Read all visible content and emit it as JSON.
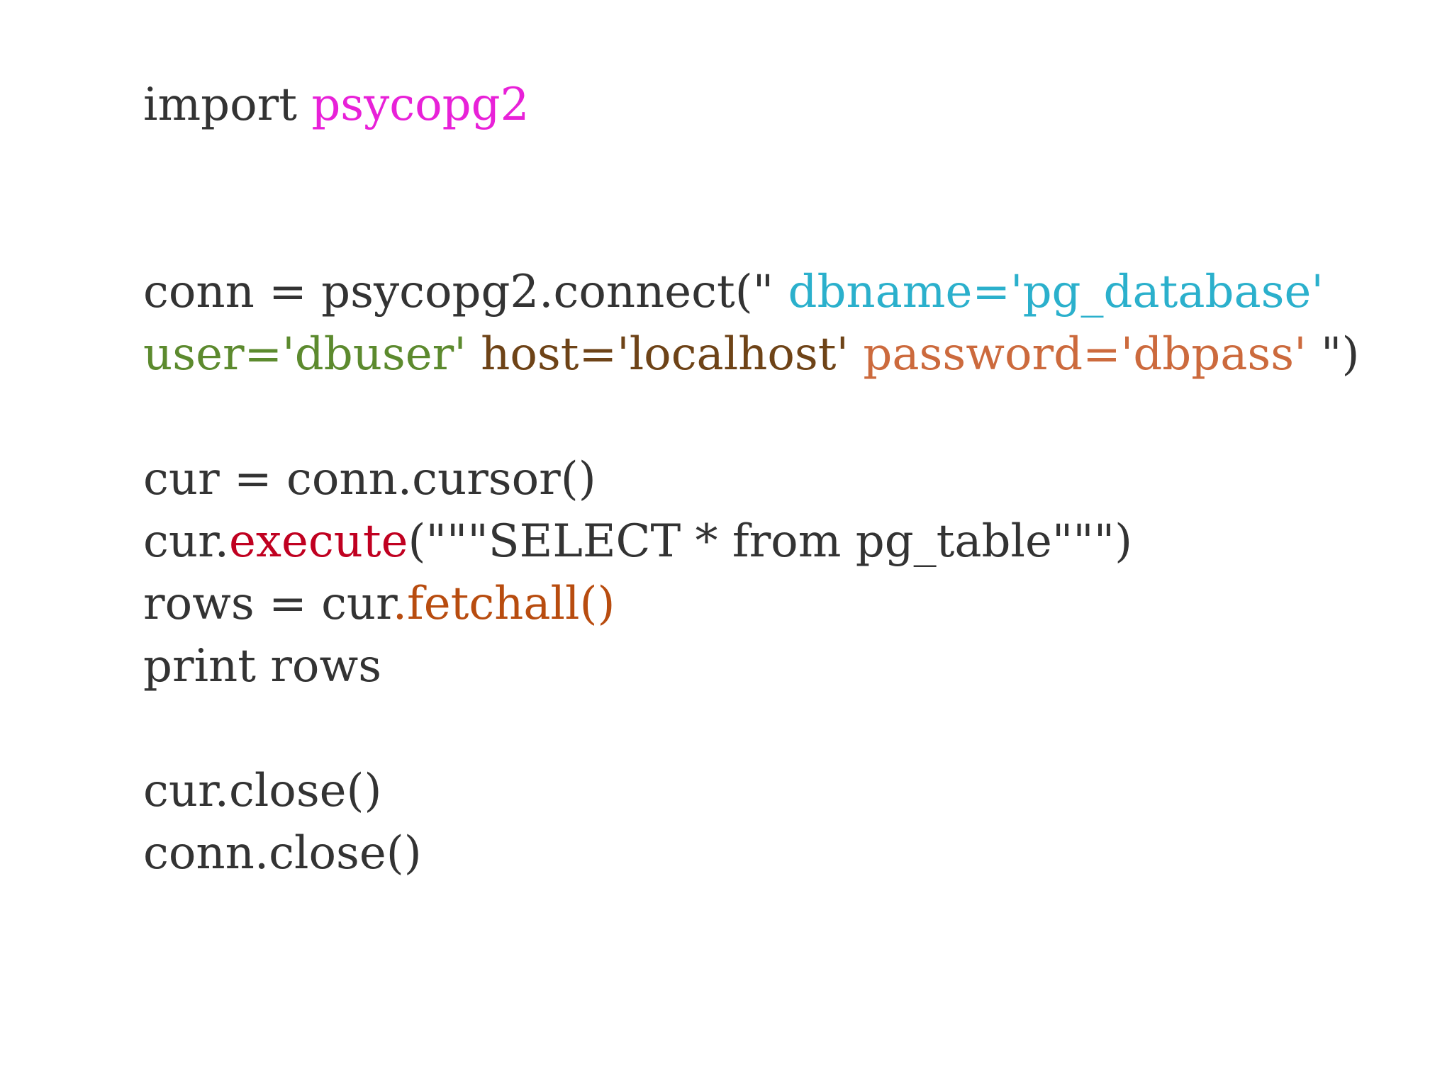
{
  "colors": {
    "default": "#333333",
    "module": "#e821d8",
    "dbname": "#2bb0cc",
    "user": "#5c8a2e",
    "host": "#6e4317",
    "password": "#cc6a3d",
    "execute": "#c00020",
    "fetchall": "#b84c0f"
  },
  "code": {
    "lines": [
      [
        {
          "text": "import ",
          "color": "default"
        },
        {
          "text": "psycopg2",
          "color": "module"
        }
      ],
      [],
      [],
      [
        {
          "text": "conn = psycopg2.connect(\" ",
          "color": "default"
        },
        {
          "text": "dbname='pg_database'",
          "color": "dbname"
        }
      ],
      [
        {
          "text": "user='dbuser'",
          "color": "user"
        },
        {
          "text": " ",
          "color": "default"
        },
        {
          "text": "host='localhost'",
          "color": "host"
        },
        {
          "text": " ",
          "color": "default"
        },
        {
          "text": "password='dbpass'",
          "color": "password"
        },
        {
          "text": " \")",
          "color": "default"
        }
      ],
      [],
      [
        {
          "text": "cur = conn.cursor()",
          "color": "default"
        }
      ],
      [
        {
          "text": "cur.",
          "color": "default"
        },
        {
          "text": "execute",
          "color": "execute"
        },
        {
          "text": "(\"\"\"SELECT * from pg_table\"\"\")",
          "color": "default"
        }
      ],
      [
        {
          "text": "rows = cur",
          "color": "default"
        },
        {
          "text": ".fetchall()",
          "color": "fetchall"
        }
      ],
      [
        {
          "text": "print rows",
          "color": "default"
        }
      ],
      [],
      [
        {
          "text": "cur.close()",
          "color": "default"
        }
      ],
      [
        {
          "text": "conn.close()",
          "color": "default"
        }
      ]
    ]
  }
}
